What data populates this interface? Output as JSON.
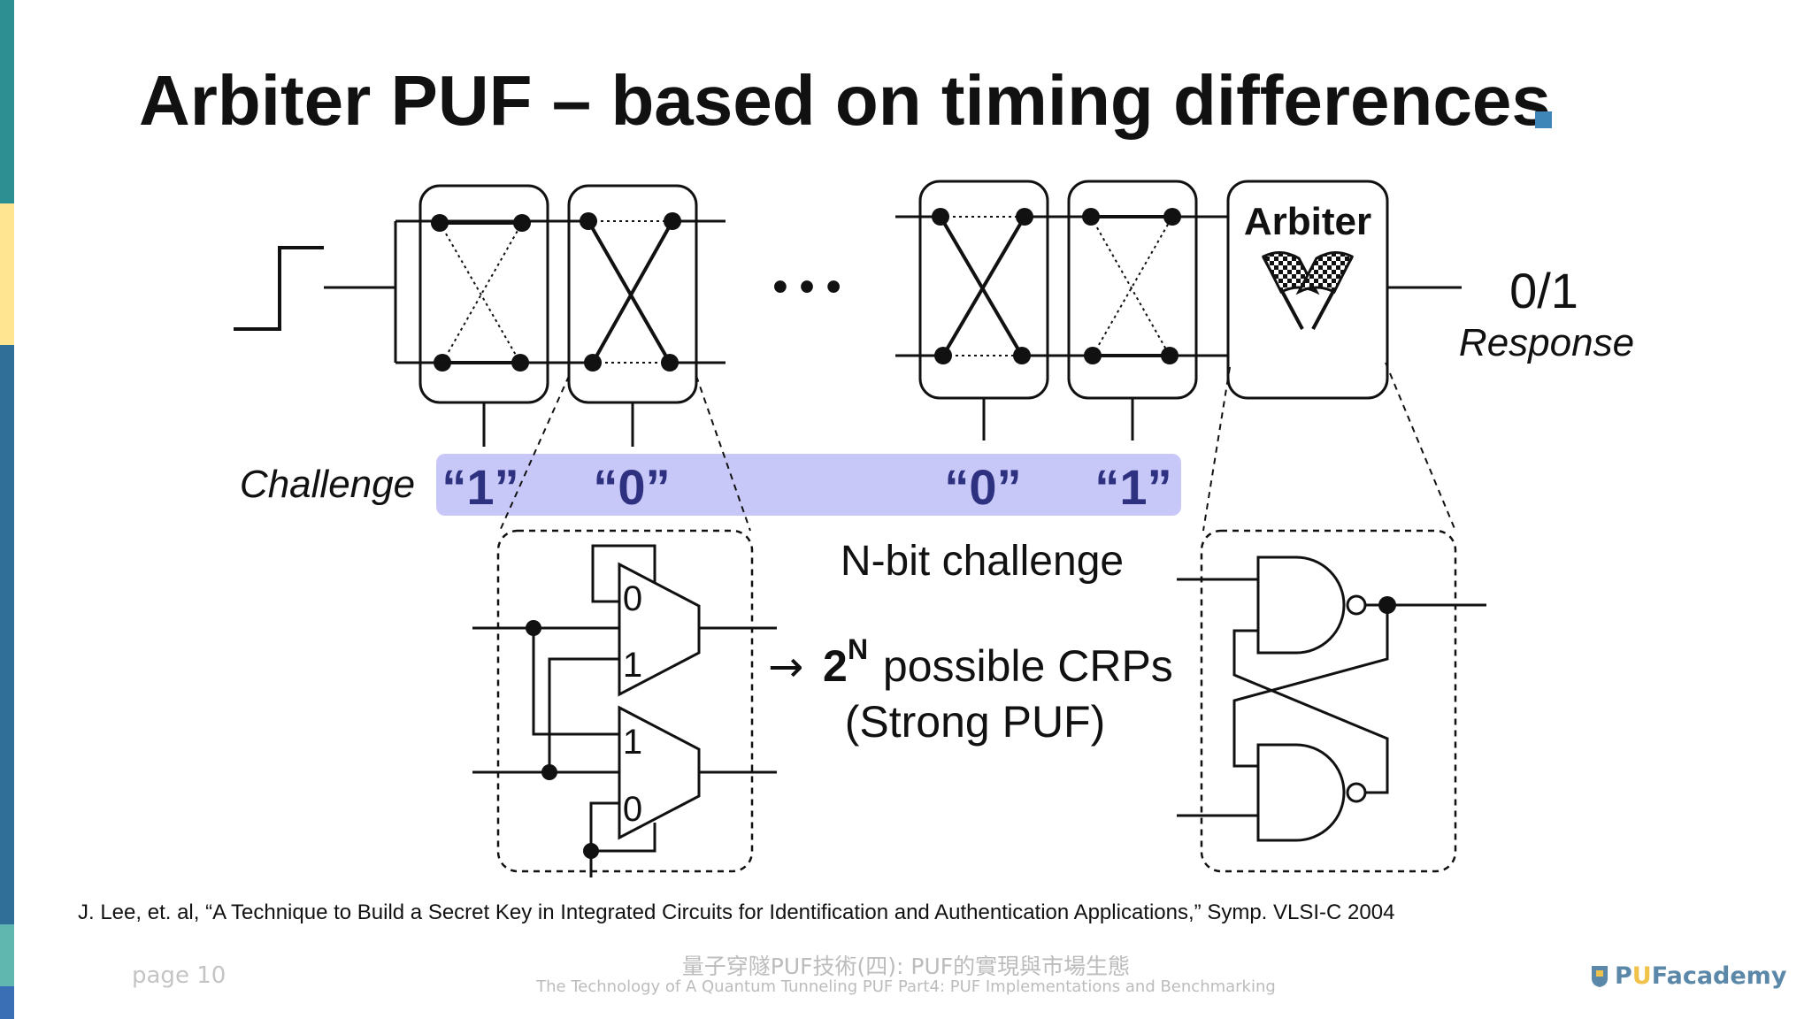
{
  "colors": {
    "sidebar": [
      "#2e8f92",
      "#ffe491",
      "#2f6f98",
      "#5fb7b0",
      "#3a6fb6"
    ],
    "title_marker": "#3e86b8",
    "challenge_band": "#c8c8f8",
    "ink": "#111111",
    "footer_text": "#bcbcbc"
  },
  "slide": {
    "title": "Arbiter PUF – based on timing differences"
  },
  "diagram": {
    "arbiter_label": "Arbiter",
    "response_value": "0/1",
    "response_label": "Response",
    "challenge_label": "Challenge",
    "challenge_bits": [
      "“1”",
      "“0”",
      "“0”",
      "“1”"
    ],
    "ellipsis": "• • •",
    "nbit_label": "N-bit challenge",
    "crp_arrow": "→",
    "crp_base": "2",
    "crp_exp": "N",
    "crp_text": " possible CRPs",
    "strong_puf": "(Strong PUF)",
    "mux_inputs": [
      "0",
      "1",
      "1",
      "0"
    ],
    "icons": [
      "step-signal-icon",
      "checkered-flags-icon"
    ]
  },
  "footer": {
    "citation": "J. Lee, et. al, “A Technique to Build a Secret Key in Integrated Circuits for Identification and Authentication Applications,” Symp. VLSI-C 2004",
    "page": "page 10",
    "title_zh": "量子穿隧PUF技術(四): PUF的實現與市場生態",
    "title_en": "The Technology of A Quantum Tunneling PUF Part4: PUF Implementations and Benchmarking",
    "logo_prefix": "P",
    "logo_highlight": "U",
    "logo_suffix": "Facademy"
  }
}
